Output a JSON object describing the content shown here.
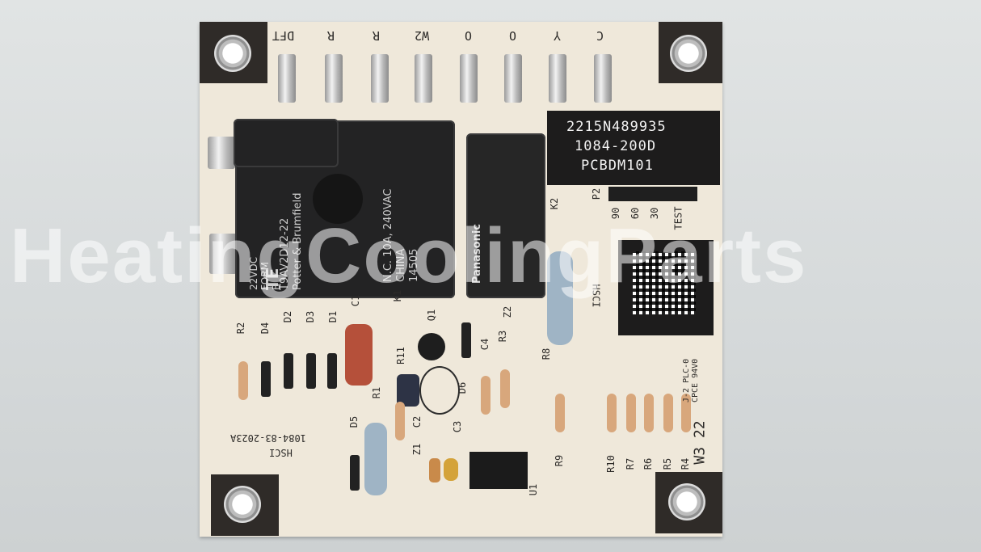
{
  "terminals": [
    "DFT",
    "R",
    "R",
    "W2",
    "O",
    "O",
    "Y",
    "C"
  ],
  "label_block": {
    "line1": "2215N489935",
    "line2": "1084-200D",
    "line3": "PCBDM101"
  },
  "relay_te": {
    "brand": "TE",
    "model": "T9AV2D12-22",
    "maker": "Potter & Brumfield",
    "coil": "22VDC",
    "form": "FORM",
    "form_letter": "B",
    "rating": "N.C. 10A, 240VAC",
    "origin": "CHINA",
    "code": "14505"
  },
  "relay_panasonic": {
    "brand": "Panasonic",
    "label": "K2"
  },
  "timing": {
    "p2": "P2",
    "t90": "90",
    "t60": "60",
    "t30": "30",
    "test": "TEST"
  },
  "markings": {
    "hsci_right": "HSCI",
    "hsci_left": "HSCI",
    "part_no": "1084-83-2023A",
    "plc": "J-2 PLC-0 CPCE 94V0",
    "date": "W3 22"
  },
  "components": [
    "R2",
    "D4",
    "D2",
    "D3",
    "D1",
    "C1",
    "K1",
    "Q1",
    "D6",
    "C4",
    "R3",
    "Z2",
    "R8",
    "R11",
    "R1",
    "D5",
    "C2",
    "Z1",
    "C3",
    "U1",
    "R9",
    "R10",
    "R7",
    "R6",
    "R5",
    "R4"
  ],
  "watermark": "HeatingCoolingParts",
  "colors": {
    "board": "#efe8da",
    "pad": "#2f2b28",
    "relay": "#232324"
  }
}
